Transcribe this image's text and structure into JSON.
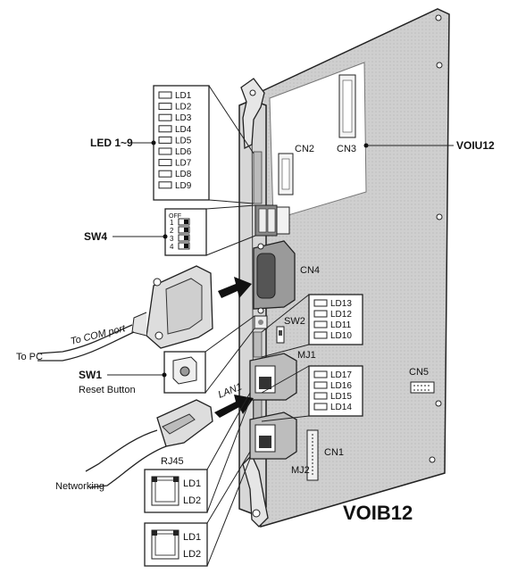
{
  "board": {
    "name": "VOIB12",
    "daughter_board": "VOIU12"
  },
  "connectors": {
    "cn1": "CN1",
    "cn2": "CN2",
    "cn3": "CN3",
    "cn4": "CN4",
    "cn5": "CN5",
    "mj1": "MJ1",
    "mj2": "MJ2",
    "sw2": "SW2"
  },
  "led_group_1": {
    "title": "LED 1~9",
    "items": [
      "LD1",
      "LD2",
      "LD3",
      "LD4",
      "LD5",
      "LD6",
      "LD7",
      "LD8",
      "LD9"
    ]
  },
  "led_group_2": [
    "LD13",
    "LD12",
    "LD11",
    "LD10"
  ],
  "led_group_3": [
    "LD17",
    "LD16",
    "LD15",
    "LD14"
  ],
  "sw4": {
    "title": "SW4",
    "off_label": "OFF",
    "positions": [
      "1",
      "2",
      "3",
      "4"
    ]
  },
  "sw1": {
    "title": "SW1",
    "subtitle": "Reset Button"
  },
  "cables": {
    "com_port": "To COM port",
    "to_pc": "To PC",
    "lan": "LAN1",
    "rj45": "RJ45",
    "networking": "Networking"
  },
  "jack_leds": {
    "mj1": [
      "LD1",
      "LD2"
    ],
    "mj2": [
      "LD1",
      "LD2"
    ]
  }
}
